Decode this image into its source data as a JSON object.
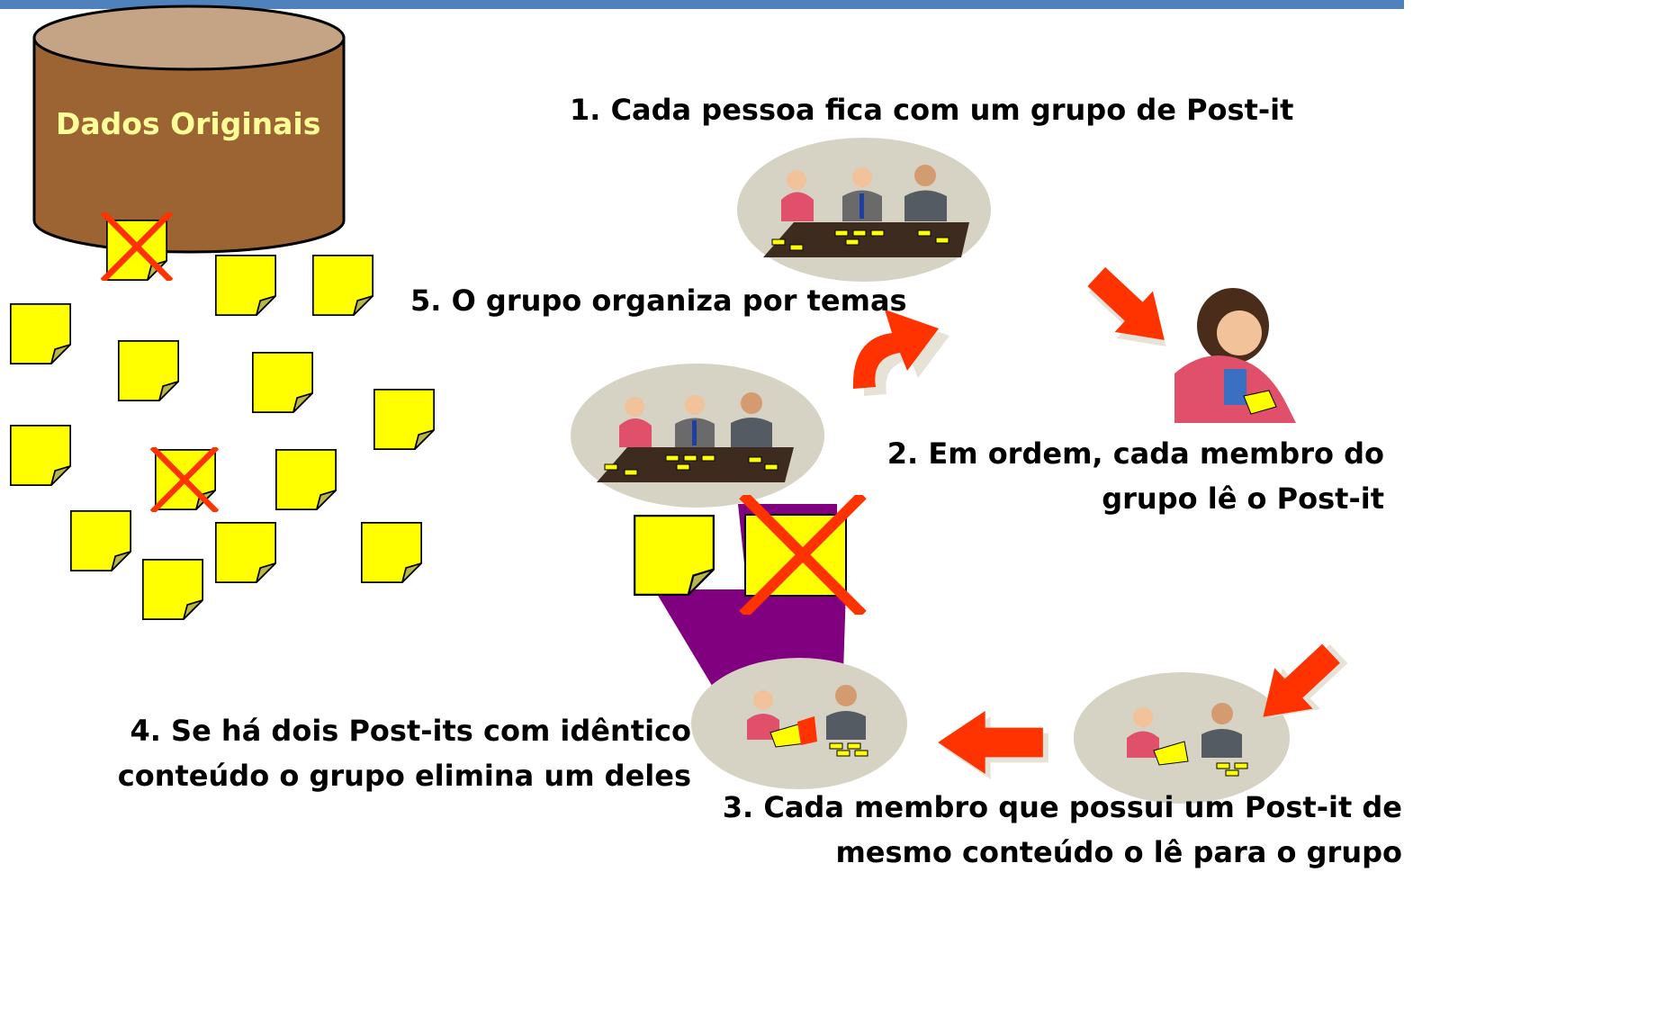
{
  "database_label": "Dados Originais",
  "steps": [
    {
      "text": "1. Cada pessoa fica com um grupo de Post-it"
    },
    {
      "line1": "2. Em ordem, cada membro do",
      "line2": "grupo lê o Post-it"
    },
    {
      "line1": "3. Cada membro que possui um Post-it de",
      "line2": "mesmo conteúdo o lê para o grupo"
    },
    {
      "line1": "4. Se há dois Post-its com idêntico",
      "line2": "conteúdo o grupo elimina um deles"
    },
    {
      "text": "5. O grupo organiza por temas"
    }
  ],
  "colors": {
    "top_bar": "#4f81bd",
    "database": "#9c6432",
    "database_top": "#c4a485",
    "database_label": "#ffff99",
    "postit": "#ffff00",
    "cross": "#ff3300",
    "arrow": "#ff3300",
    "beam": "#800080",
    "ellipse": "#d6d3c4"
  }
}
